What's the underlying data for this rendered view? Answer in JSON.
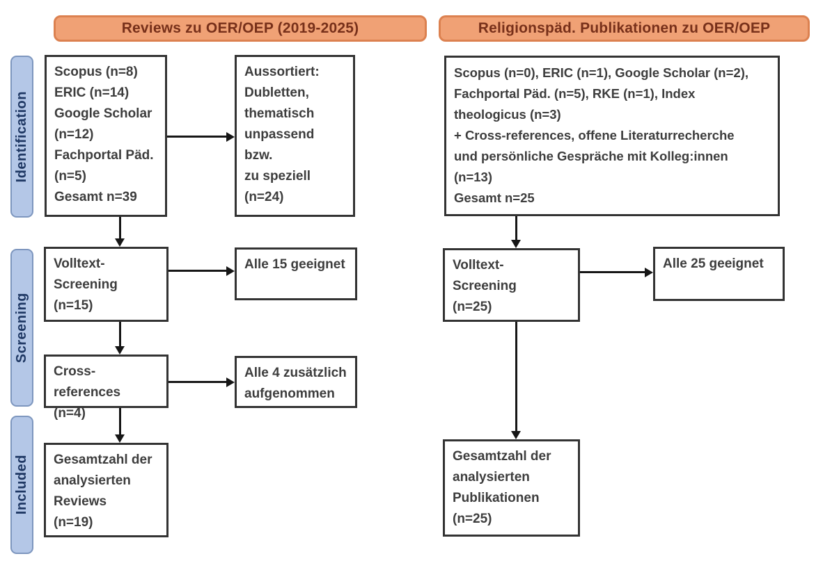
{
  "headers": {
    "left": "Reviews zu OER/OEP (2019-2025)",
    "right": "Religionspäd. Publikationen zu OER/OEP"
  },
  "sidebar": {
    "items": [
      {
        "label": "Identification"
      },
      {
        "label": "Screening"
      },
      {
        "label": "Included"
      }
    ]
  },
  "flow": {
    "left": {
      "sources": "Scopus (n=8)\nERIC (n=14)\nGoogle Scholar\n(n=12)\nFachportal Päd.\n(n=5)\nGesamt n=39",
      "excluded": "Aussortiert:\nDubletten,\nthematisch\nunpassend bzw.\nzu speziell\n(n=24)",
      "fulltext": "Volltext-\nScreening\n(n=15)",
      "fulltext_result": "Alle 15 geeignet",
      "crossref": "Cross-references\n(n=4)",
      "crossref_result": "Alle 4 zusätzlich\naufgenommen",
      "included": "Gesamtzahl der\nanalysierten\nReviews\n(n=19)"
    },
    "right": {
      "sources": "Scopus (n=0), ERIC (n=1), Google Scholar (n=2),\nFachportal Päd. (n=5), RKE (n=1), Index\ntheologicus (n=3)\n+ Cross-references, offene Literaturrecherche\nund persönliche Gespräche mit Kolleg:innen\n(n=13)\nGesamt n=25",
      "fulltext": "Volltext-\nScreening\n(n=25)",
      "fulltext_result": "Alle 25 geeignet",
      "included": "Gesamtzahl der\nanalysierten\nPublikationen\n(n=25)"
    }
  },
  "colors": {
    "header_fill": "#F0A175",
    "header_border": "#DC8150",
    "header_text": "#77301A",
    "tab_fill": "#B4C7E7",
    "tab_border": "#7D96BE",
    "tab_text": "#1F3864",
    "box_border": "#333333",
    "box_text": "#3d3d3d",
    "arrow": "#161616"
  }
}
